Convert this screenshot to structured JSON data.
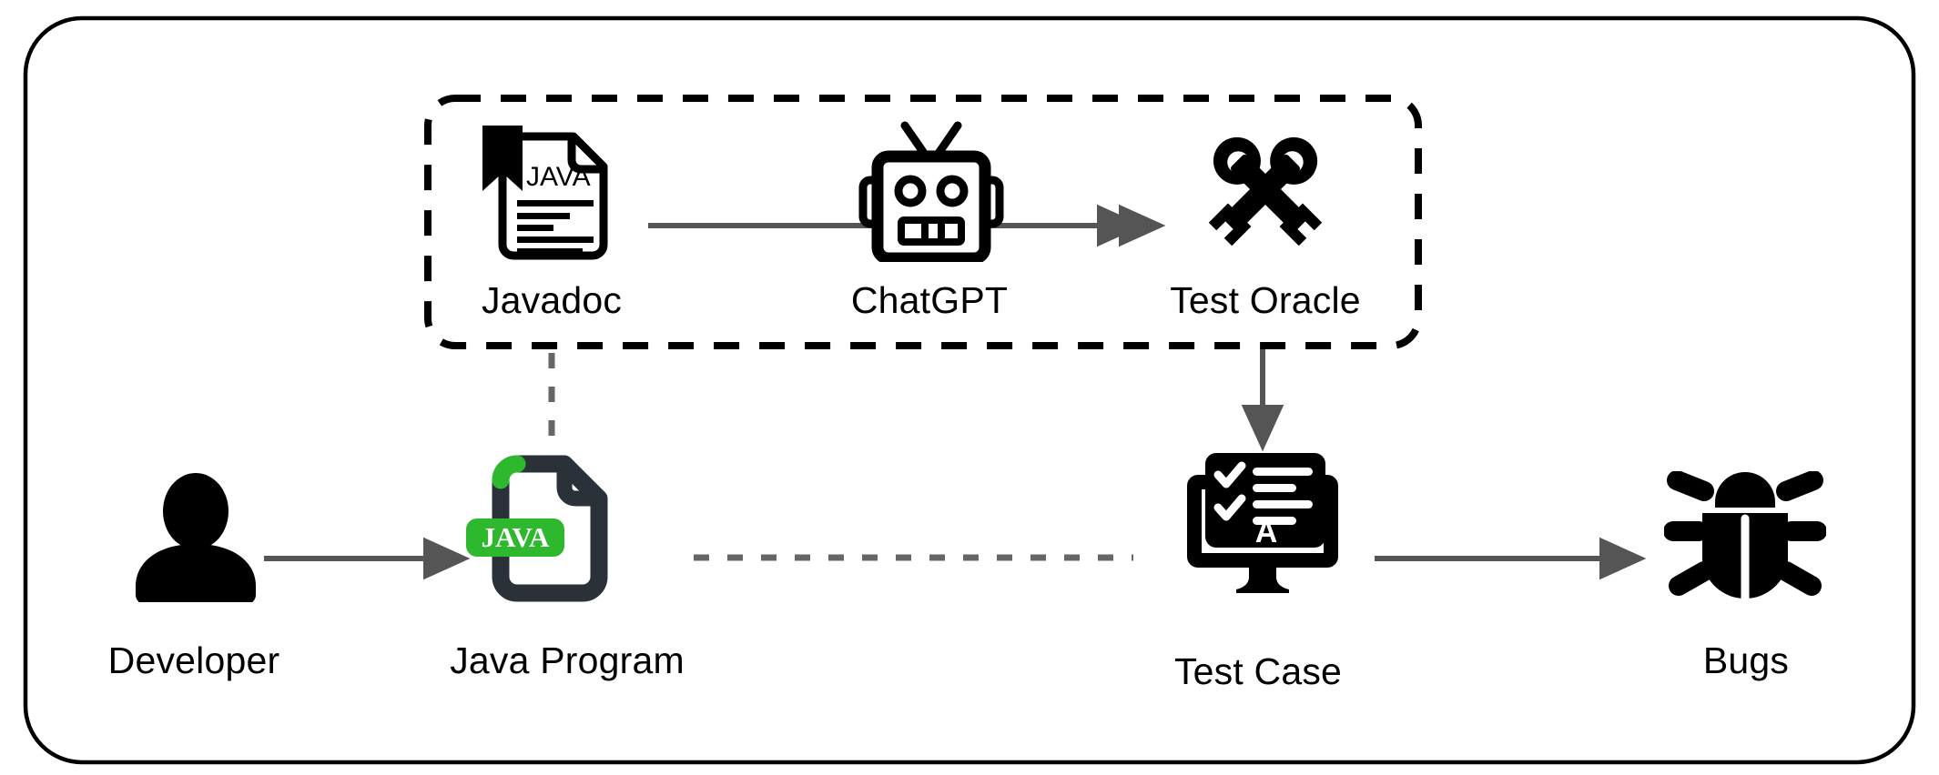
{
  "diagram": {
    "title": "ChatGPT-based Java test generation pipeline",
    "type": "flow-diagram",
    "background_color": "#ffffff",
    "outer_container": {
      "name": "rounded-frame",
      "stroke_color": "#000000",
      "style": "solid-rounded-rectangle"
    },
    "grouping_box": {
      "name": "oracle-generation-group",
      "stroke_color": "#000000",
      "style": "dashed-rounded-rectangle",
      "contains": [
        "Javadoc",
        "ChatGPT",
        "Test Oracle"
      ]
    },
    "colors": {
      "ink": "#000000",
      "arrow_gray": "#555555",
      "dash_gray": "#666666",
      "java_green": "#2eb82e",
      "file_navy": "#2b3139",
      "white": "#ffffff"
    },
    "nodes": [
      {
        "id": "javadoc",
        "label": "Javadoc",
        "icon": "java-document-icon",
        "group": "dashed"
      },
      {
        "id": "chatgpt",
        "label": "ChatGPT",
        "icon": "robot-icon",
        "group": "dashed"
      },
      {
        "id": "test-oracle",
        "label": "Test Oracle",
        "icon": "crossed-wrenches-icon",
        "group": "dashed"
      },
      {
        "id": "developer",
        "label": "Developer",
        "icon": "person-icon",
        "group": "main"
      },
      {
        "id": "java-program",
        "label": "Java Program",
        "icon": "java-file-icon",
        "group": "main"
      },
      {
        "id": "test-case",
        "label": "Test Case",
        "icon": "checklist-monitor-icon",
        "group": "main"
      },
      {
        "id": "bugs",
        "label": "Bugs",
        "icon": "bug-icon",
        "group": "main"
      }
    ],
    "edges": [
      {
        "from": "javadoc",
        "to": "chatgpt",
        "style": "solid-arrow",
        "direction": "right",
        "color": "#555555"
      },
      {
        "from": "chatgpt",
        "to": "test-oracle",
        "style": "solid-arrow",
        "direction": "right",
        "color": "#555555"
      },
      {
        "from": "test-oracle",
        "to": "test-case",
        "style": "solid-arrow",
        "direction": "down",
        "color": "#555555"
      },
      {
        "from": "developer",
        "to": "java-program",
        "style": "solid-arrow",
        "direction": "right",
        "color": "#555555"
      },
      {
        "from": "test-case",
        "to": "bugs",
        "style": "solid-arrow",
        "direction": "right",
        "color": "#555555"
      },
      {
        "from": "java-program",
        "to": "group",
        "style": "dashed-line",
        "direction": "up",
        "color": "#666666"
      },
      {
        "from": "java-program",
        "to": "test-case",
        "style": "dashed-line",
        "direction": "right",
        "color": "#666666"
      }
    ],
    "icon_text": {
      "javadoc_doc_label": "JAVA",
      "java_program_badge": "JAVA"
    }
  }
}
